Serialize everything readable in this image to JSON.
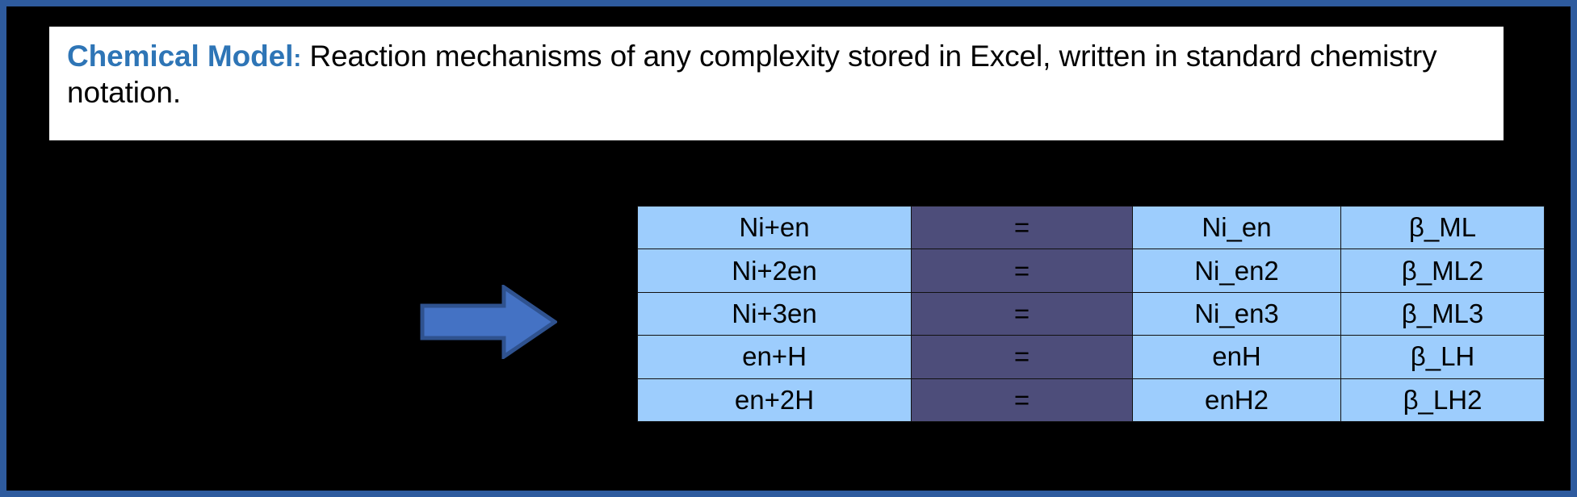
{
  "slide": {
    "background_color": "#000000",
    "border_color": "#2E5B9E"
  },
  "caption": {
    "label": "Chemical Model",
    "separator": ":",
    "body": " Reaction mechanisms of any complexity stored in Excel, written in standard chemistry notation.",
    "label_color": "#2E75B6",
    "body_color": "#000000",
    "background_color": "#FFFFFF"
  },
  "arrow": {
    "name": "right-arrow",
    "fill_color": "#4472C4",
    "stroke_color": "#2F528F",
    "direction": "right"
  },
  "table": {
    "colors": {
      "cell_light": "#9DCDFD",
      "cell_dark": "#4D4D7A",
      "equals_text": "#DDE6F7",
      "border": "#111111"
    },
    "rows": [
      {
        "reactants": "Ni+en",
        "equals": "=",
        "product": "Ni_en",
        "constant": "β_ML"
      },
      {
        "reactants": "Ni+2en",
        "equals": "=",
        "product": "Ni_en2",
        "constant": "β_ML2"
      },
      {
        "reactants": "Ni+3en",
        "equals": "=",
        "product": "Ni_en3",
        "constant": "β_ML3"
      },
      {
        "reactants": "en+H",
        "equals": "=",
        "product": "enH",
        "constant": "β_LH"
      },
      {
        "reactants": "en+2H",
        "equals": "=",
        "product": "enH2",
        "constant": "β_LH2"
      }
    ]
  }
}
